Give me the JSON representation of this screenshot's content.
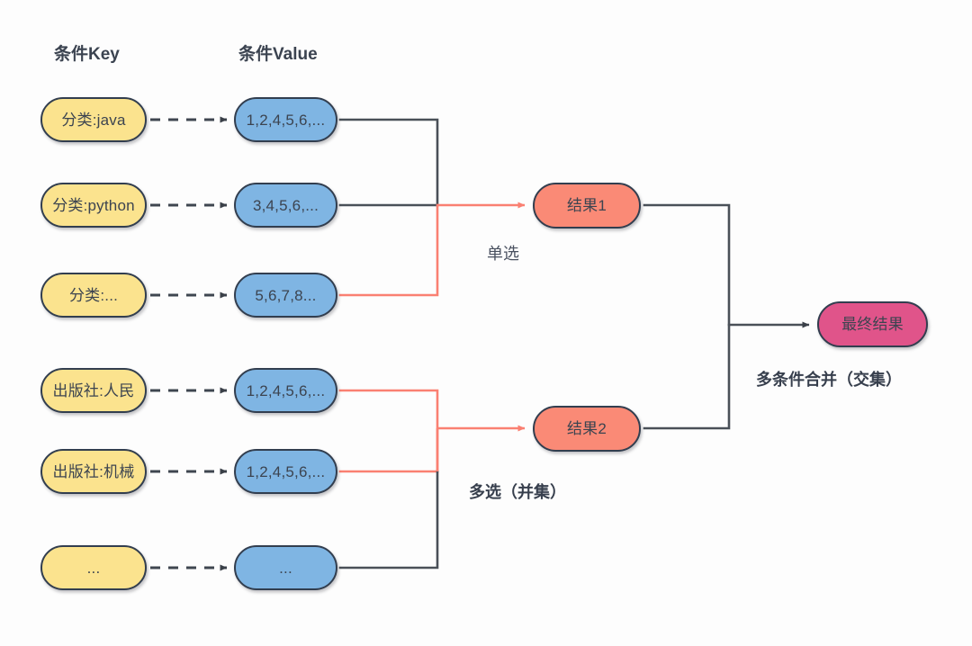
{
  "diagram": {
    "title_hidden": "",
    "columns": [
      {
        "id": "key",
        "label": "条件Key"
      },
      {
        "id": "value",
        "label": "条件Value"
      }
    ],
    "rows": [
      {
        "key": "分类:java",
        "value": "1,2,4,5,6,..."
      },
      {
        "key": "分类:python",
        "value": "3,4,5,6,..."
      },
      {
        "key": "分类:...",
        "value": "5,6,7,8..."
      },
      {
        "key": "出版社:人民",
        "value": "1,2,4,5,6,..."
      },
      {
        "key": "出版社:机械",
        "value": "1,2,4,5,6,..."
      },
      {
        "key": "...",
        "value": "..."
      }
    ],
    "results": [
      {
        "id": "result1",
        "label": "结果1",
        "caption": "单选"
      },
      {
        "id": "result2",
        "label": "结果2",
        "caption": "多选（并集）"
      }
    ],
    "final": {
      "label": "最终结果",
      "caption": "多条件合并（交集）"
    },
    "colors": {
      "key_fill": "#fbe38e",
      "value_fill": "#7fb5e3",
      "result_fill": "#fa8a76",
      "final_fill": "#e0548a",
      "stroke": "#323e4f",
      "edge_dark": "#4a5058",
      "edge_accent": "#fa8072",
      "background": "#fdfdfd"
    }
  }
}
